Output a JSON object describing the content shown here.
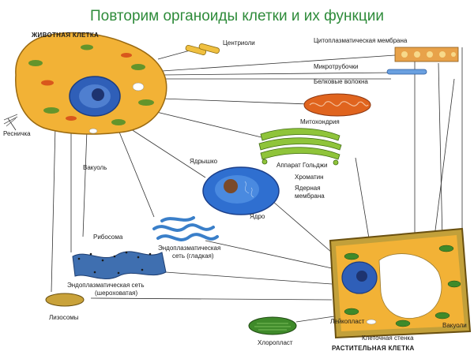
{
  "page": {
    "title": "Повторим органоиды клетки и их функции"
  },
  "labels": {
    "animal_cell": "ЖИВОТНАЯ КЛЕТКА",
    "centrioles": "Центриоли",
    "cytoplasmic_membrane": "Цитоплазматическая мембрана",
    "microtubules": "Микротрубочки",
    "protein_fibers": "Белковые волокна",
    "cilium": "Ресничка",
    "mitochondrion": "Митохондрия",
    "vacuole": "Вакуоль",
    "golgi": "Аппарат Гольджи",
    "nucleolus": "Ядрышко",
    "chromatin": "Хроматин",
    "nuclear_membrane_1": "Ядерная",
    "nuclear_membrane_2": "мембрана",
    "nucleus": "Ядро",
    "ribosome": "Рибосома",
    "smooth_er_1": "Эндоплазматическая",
    "smooth_er_2": "сеть (гладкая)",
    "rough_er_1": "Эндоплазматическая сеть",
    "rough_er_2": "(шероховатая)",
    "lysosomes": "Лизосомы",
    "leucoplast": "Лейкопласт",
    "vacuoles": "Вакуоли",
    "chloroplast": "Хлоропласт",
    "cell_wall": "Клеточная стенка",
    "plant_cell": "РАСТИТЕЛЬНАЯ КЛЕТКА"
  },
  "colors": {
    "title": "#2e8b3a",
    "cytoplasm": "#f2b236",
    "nucleus": "#2f5fb8",
    "chloroplast": "#3f8a2a",
    "mitochondrion": "#e0641e",
    "er": "#3a7fc9",
    "lines": "#333333"
  }
}
